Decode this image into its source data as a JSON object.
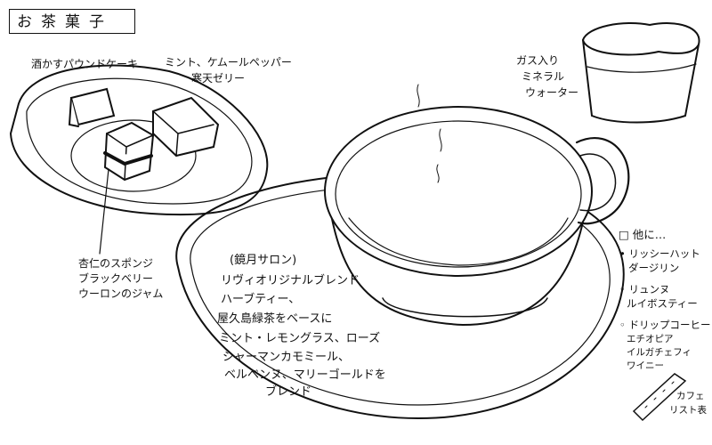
{
  "title": "お茶菓子",
  "sweets": {
    "pound_cake": "酒かすパウンドケーキ",
    "jelly": [
      "ミント、ケムールペッパー",
      "寒天ゼリー"
    ],
    "sponge": [
      "杏仁のスポンジ",
      "ブラックベリー",
      "ウーロンのジャム"
    ]
  },
  "water": [
    "ガス入り",
    "ミネラル",
    "ウォーター"
  ],
  "tea": {
    "salon": "(鏡月サロン)",
    "lines": [
      "リヴィオリジナルブレンド",
      "ハーブティー、",
      "屋久島緑茶をベースに",
      "ミント・レモングラス、ローズ",
      "シャーマンカモミール、",
      "ベルベンヌ、マリーゴールドを",
      "ブレンド"
    ]
  },
  "others": {
    "heading": "□ 他に…",
    "items": [
      {
        "name": "リッシーハット",
        "sub": [
          "ダージリン"
        ]
      },
      {
        "name": "リュンヌ",
        "sub": [
          "ルイボスティー"
        ]
      },
      {
        "name": "ドリップコーヒー",
        "sub": [
          "エチオピア",
          "イルガチェフィ",
          "ワイニー"
        ]
      }
    ]
  },
  "cafe_list": [
    "カフェ",
    "リスト表"
  ]
}
